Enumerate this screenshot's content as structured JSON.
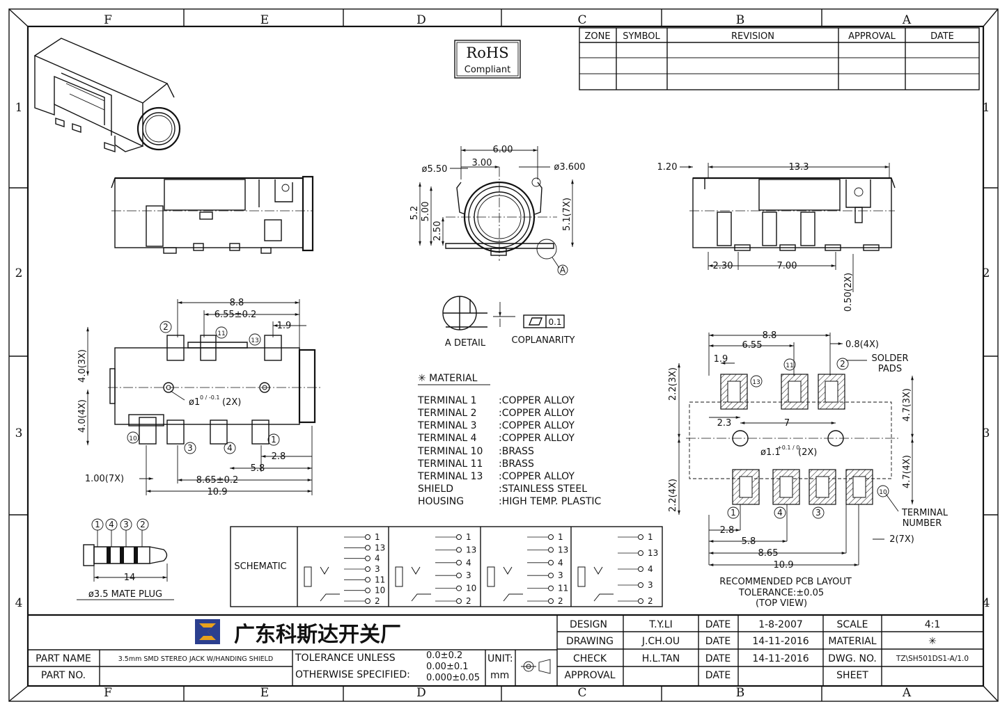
{
  "zones": {
    "columns": [
      "F",
      "E",
      "D",
      "C",
      "B",
      "A"
    ],
    "rows": [
      "1",
      "2",
      "3",
      "4"
    ]
  },
  "revision_table": {
    "headers": [
      "ZONE",
      "SYMBOL",
      "REVISION",
      "APPROVAL",
      "DATE"
    ]
  },
  "rohs": {
    "line1": "RoHS",
    "line2": "Compliant"
  },
  "dims": {
    "front_6": "6.00",
    "front_3": "3.00",
    "front_phi55": "ø5.50",
    "front_phi36": "ø3.600",
    "front_52": "5.2",
    "front_500": "5.00",
    "front_250": "2.50",
    "front_51": "5.1(7X)",
    "detail_ref": "A",
    "right_120": "1.20",
    "right_133": "13.3",
    "right_230": "2.30",
    "right_700": "7.00",
    "right_050": "0.50(2X)",
    "top_88": "8.8",
    "top_655": "6.55±0.2",
    "top_19": "1.9",
    "top_40_3x": "4.0(3X)",
    "top_40_4x": "4.0(4X)",
    "top_phi1": "ø1",
    "top_phi1_tol": "0 / -0.1",
    "top_phi1_count": "(2X)",
    "top_28": "2.8",
    "top_58": "5.8",
    "top_865": "8.65±0.2",
    "top_109": "10.9",
    "top_100": "1.00(7X)",
    "plug_14": "14",
    "pcb_88": "8.8",
    "pcb_655": "6.55",
    "pcb_08": "0.8(4X)",
    "pcb_19": "1.9",
    "pcb_23": "2.3",
    "pcb_7": "7",
    "pcb_22a": "2.2(3X)",
    "pcb_22b": "2.2(4X)",
    "pcb_47a": "4.7(3X)",
    "pcb_47b": "4.7(4X)",
    "pcb_phi11": "ø1.1",
    "pcb_phi11_tol": "+0.1 / 0",
    "pcb_phi11_count": "(2X)",
    "pcb_28": "2.8",
    "pcb_58": "5.8",
    "pcb_865": "8.65",
    "pcb_109": "10.9",
    "pcb_2_7x": "2(7X)"
  },
  "terminal_labels": {
    "t1": "1",
    "t2": "2",
    "t3": "3",
    "t4": "4",
    "t10": "10",
    "t11": "11",
    "t13": "13"
  },
  "detail": {
    "label": "A DETAIL",
    "coplanarity_label": "COPLANARITY",
    "coplanarity_value": "0.1"
  },
  "material": {
    "heading": "✳ MATERIAL",
    "rows": [
      {
        "part": "TERMINAL  1",
        "value": ":COPPER  ALLOY"
      },
      {
        "part": "TERMINAL  2",
        "value": ":COPPER  ALLOY"
      },
      {
        "part": "TERMINAL  3",
        "value": ":COPPER  ALLOY"
      },
      {
        "part": "TERMINAL  4",
        "value": ":COPPER  ALLOY"
      },
      {
        "part": "TERMINAL  10",
        "value": ":BRASS"
      },
      {
        "part": "TERMINAL  11",
        "value": ":BRASS"
      },
      {
        "part": "TERMINAL  13",
        "value": ":COPPER  ALLOY"
      },
      {
        "part": "SHIELD",
        "value": ":STAINLESS  STEEL"
      },
      {
        "part": "HOUSING",
        "value": ":HIGH  TEMP.  PLASTIC"
      }
    ]
  },
  "pcb": {
    "solder_pads": "SOLDER",
    "solder_pads2": "PADS",
    "terminal_number": "TERMINAL",
    "terminal_number2": "NUMBER",
    "caption1": "RECOMMENDED  PCB  LAYOUT",
    "caption2": "TOLERANCE:±0.05",
    "caption3": "(TOP  VIEW)"
  },
  "plug": {
    "caption": "ø3.5  MATE  PLUG"
  },
  "schematic": {
    "label": "SCHEMATIC",
    "panels": [
      [
        "1",
        "13",
        "4",
        "3",
        "11",
        "10",
        "2"
      ],
      [
        "1",
        "13",
        "4",
        "3",
        "10",
        "2"
      ],
      [
        "1",
        "13",
        "4",
        "3",
        "11",
        "2"
      ],
      [
        "1",
        "13",
        "4",
        "3",
        "2"
      ]
    ]
  },
  "title_block": {
    "company": "广东科斯达开关厂",
    "design_label": "DESIGN",
    "design_name": "T.Y.LI",
    "design_date": "1-8-2007",
    "drawing_label": "DRAWING",
    "drawing_name": "J.CH.OU",
    "drawing_date": "14-11-2016",
    "check_label": "CHECK",
    "check_name": "H.L.TAN",
    "check_date": "14-11-2016",
    "approval_label": "APPROVAL",
    "date_label": "DATE",
    "scale_label": "SCALE",
    "scale_value": "4:1",
    "material_label": "MATERIAL",
    "material_value": "✳",
    "dwg_label": "DWG. NO.",
    "dwg_value": "TZ\\SH501DS1-A/1.0",
    "sheet_label": "SHEET",
    "part_name_label": "PART NAME",
    "part_name_value": "3.5mm  SMD  STEREO  JACK  W/HANDING  SHIELD",
    "part_no_label": "PART NO.",
    "tol_line1": "TOLERANCE  UNLESS",
    "tol_line2": "OTHERWISE  SPECIFIED:",
    "tol_v1": "0.0±0.2",
    "tol_v2": "0.00±0.1",
    "tol_v3": "0.000±0.05",
    "unit_label": "UNIT:",
    "unit_value": "mm"
  }
}
